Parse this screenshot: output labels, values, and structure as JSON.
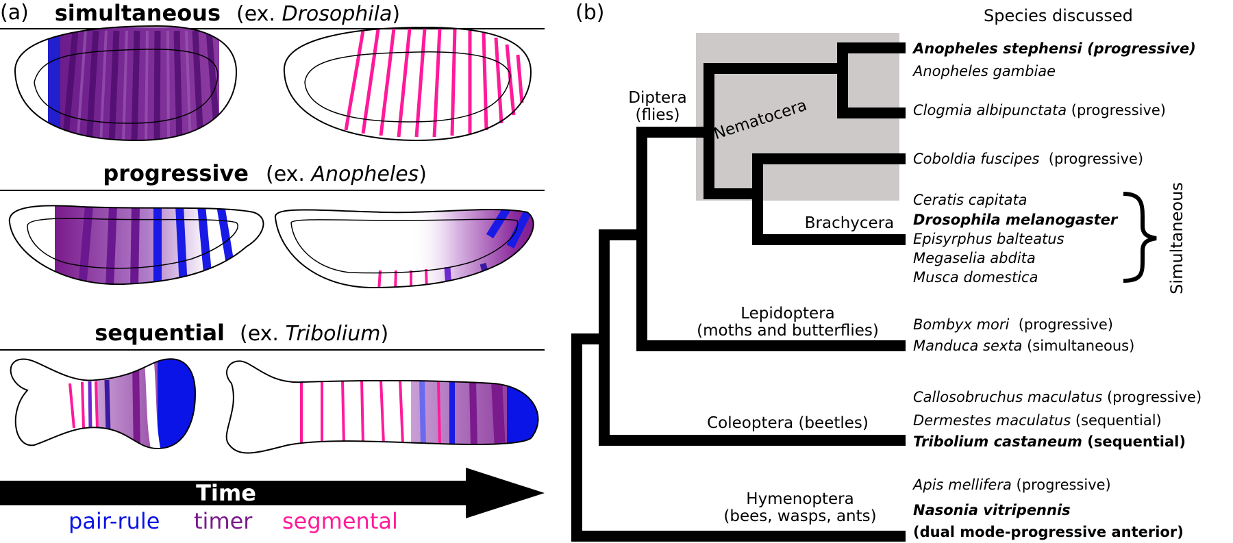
{
  "panel_a": {
    "label": "(a)",
    "rows": [
      {
        "mode": "simultaneous",
        "example_prefix": "(ex. ",
        "example_species": "Drosophila",
        "example_suffix": ")"
      },
      {
        "mode": "progressive",
        "example_prefix": "(ex. ",
        "example_species": "Anopheles",
        "example_suffix": ")"
      },
      {
        "mode": "sequential",
        "example_prefix": "(ex. ",
        "example_species": "Tribolium",
        "example_suffix": ")"
      }
    ],
    "time_label": "Time",
    "legend": [
      {
        "label": "pair-rule",
        "color": "#0a14e6"
      },
      {
        "label": "timer",
        "color": "#7a1a8c"
      },
      {
        "label": "segmental",
        "color": "#ff1a9a"
      }
    ]
  },
  "panel_b": {
    "label": "(b)",
    "header": "Species discussed",
    "clades": {
      "diptera": "Diptera",
      "diptera_common": "(flies)",
      "nematocera": "Nematocera",
      "brachycera": "Brachycera",
      "lepidoptera": "Lepidoptera",
      "lepidoptera_common": "(moths and butterflies)",
      "coleoptera": "Coleoptera (beetles)",
      "hymenoptera": "Hymenoptera",
      "hymenoptera_common": "(bees, wasps, ants)"
    },
    "bracket_label": "Simultaneous",
    "species": [
      {
        "name": "Anopheles stephensi (progressive)",
        "note": "",
        "bold": true
      },
      {
        "name": "Anopheles gambiae",
        "note": "",
        "bold": false
      },
      {
        "name": "Clogmia albipunctata",
        "note": " (progressive)",
        "bold": false
      },
      {
        "name": "Coboldia fuscipes",
        "note": "  (progressive)",
        "bold": false
      },
      {
        "name": "Ceratis capitata",
        "note": "",
        "bold": false
      },
      {
        "name": "Drosophila melanogaster",
        "note": "",
        "bold": true
      },
      {
        "name": "Episyrphus balteatus",
        "note": "",
        "bold": false
      },
      {
        "name": "Megaselia abdita",
        "note": "",
        "bold": false
      },
      {
        "name": "Musca domestica",
        "note": "",
        "bold": false
      },
      {
        "name": "Bombyx mori",
        "note": "  (progressive)",
        "bold": false
      },
      {
        "name": "Manduca sexta",
        "note": " (simultaneous)",
        "bold": false
      },
      {
        "name": "Callosobruchus maculatus",
        "note": " (progressive)",
        "bold": false
      },
      {
        "name": "Dermestes maculatus",
        "note": " (sequential)",
        "bold": false
      },
      {
        "name": "Tribolium castaneum",
        "note": " (sequential)",
        "bold": true
      },
      {
        "name": "Apis mellifera",
        "note": " (progressive)",
        "bold": false
      },
      {
        "name": "Nasonia vitripennis",
        "note": "",
        "bold": true
      },
      {
        "name": "(dual mode-progressive anterior)",
        "note": "",
        "bold": true
      }
    ]
  },
  "colors": {
    "pair_rule": "#0a14e6",
    "timer": "#7a1a8c",
    "segmental": "#ff1a9a",
    "nematocera_box": "#cdc9c9"
  }
}
